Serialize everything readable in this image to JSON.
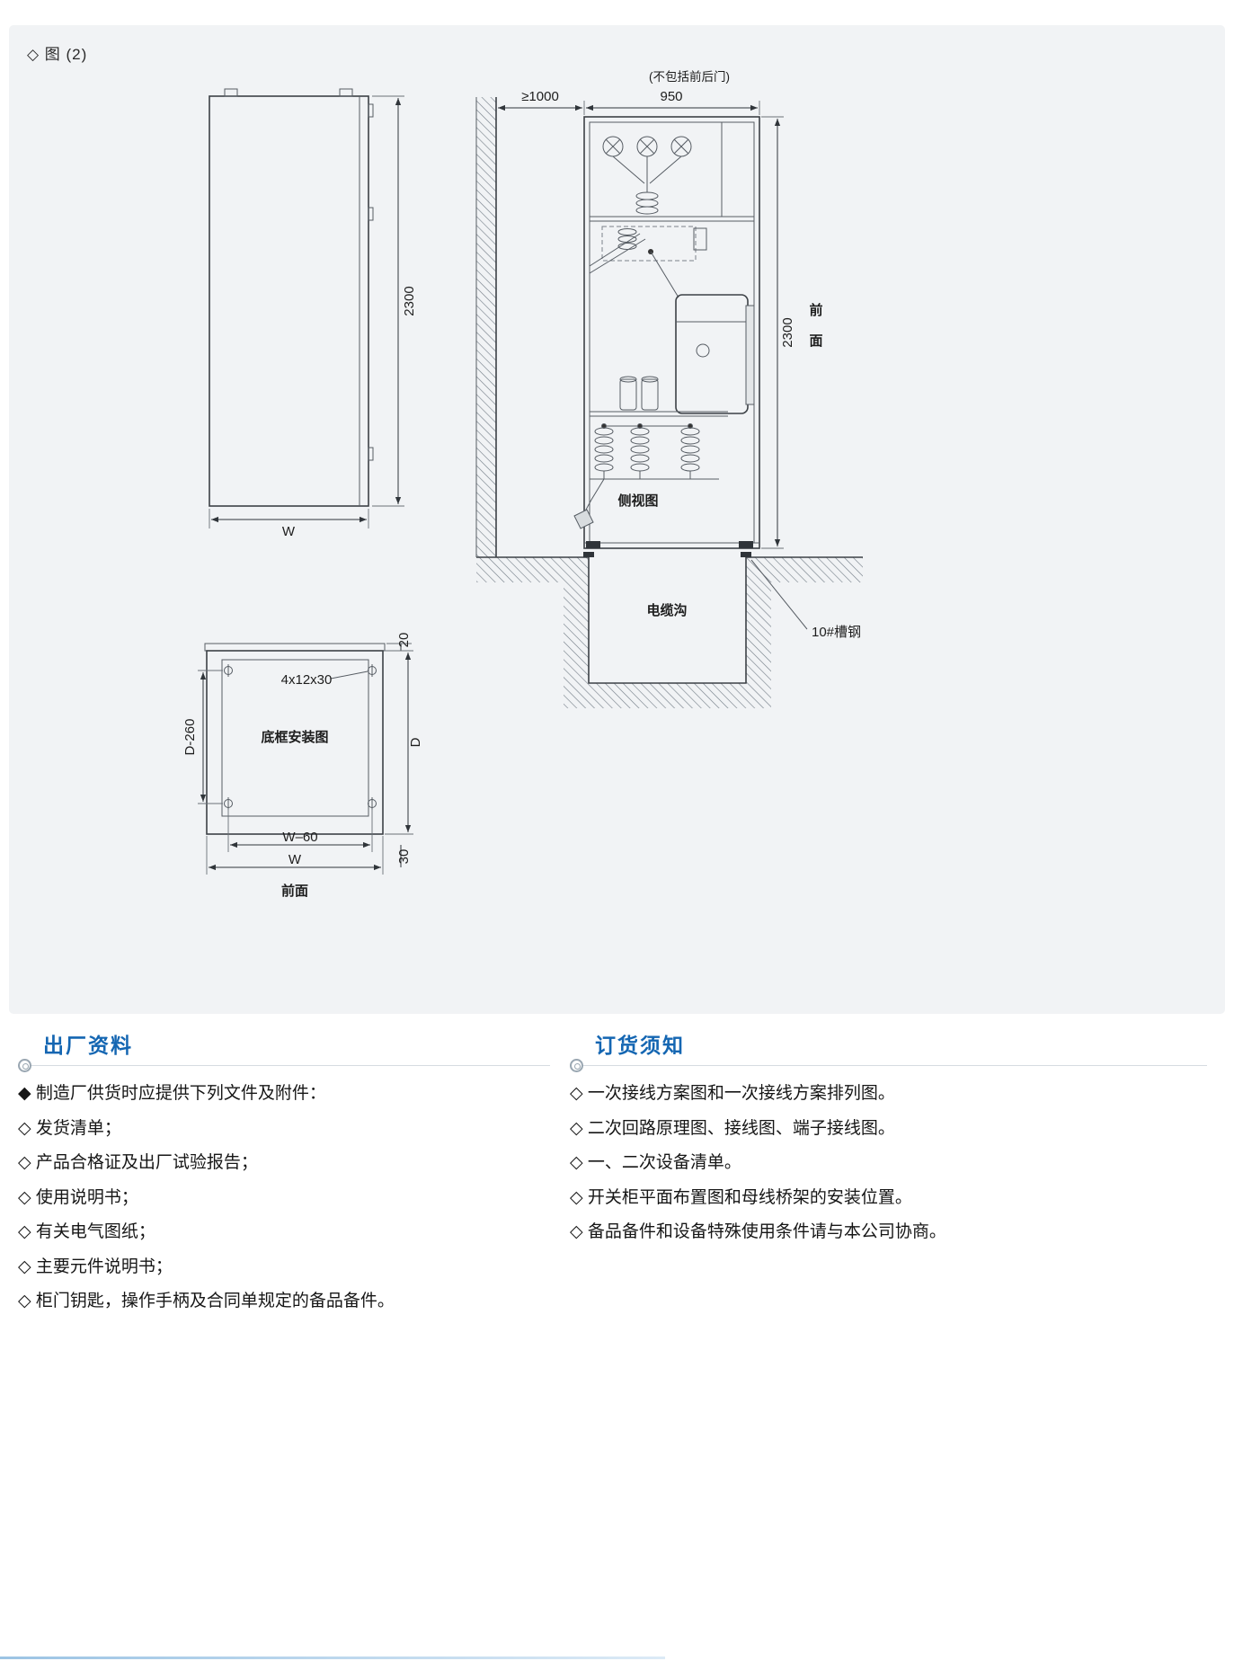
{
  "colors": {
    "accent_blue": "#1466b2",
    "panel_gray": "#f1f3f5"
  },
  "figure": {
    "label": "◇ 图 (2)"
  },
  "front_view": {
    "height_dim": "2300",
    "width_dim": "W"
  },
  "side_view": {
    "clearance_dim": "≥1000",
    "depth_dim": "950",
    "door_note": "(不包括前后门)",
    "height_dim": "2300",
    "front_char_1": "前",
    "front_char_2": "面",
    "view_label": "侧视图",
    "cable_trench_label": "电缆沟",
    "channel_steel_label": "10#槽钢"
  },
  "base_plan": {
    "title": "底框安装图",
    "hole_spec": "4x12x30",
    "dim_top_offset": "20",
    "dim_hole_span": "D-260",
    "dim_depth": "D",
    "dim_inner_width": "W–60",
    "dim_width": "W",
    "dim_bottom_offset": "30",
    "front_label": "前面"
  },
  "sections": {
    "factory": {
      "title": "出厂资料",
      "items": [
        "◆ 制造厂供货时应提供下列文件及附件：",
        "◇ 发货清单；",
        "◇ 产品合格证及出厂试验报告；",
        "◇ 使用说明书；",
        "◇ 有关电气图纸；",
        "◇ 主要元件说明书；",
        "◇ 柜门钥匙，操作手柄及合同单规定的备品备件。"
      ]
    },
    "ordering": {
      "title": "订货须知",
      "items": [
        "◇ 一次接线方案图和一次接线方案排列图。",
        "◇ 二次回路原理图、接线图、端子接线图。",
        "◇ 一、二次设备清单。",
        "◇ 开关柜平面布置图和母线桥架的安装位置。",
        "◇ 备品备件和设备特殊使用条件请与本公司协商。"
      ]
    }
  }
}
